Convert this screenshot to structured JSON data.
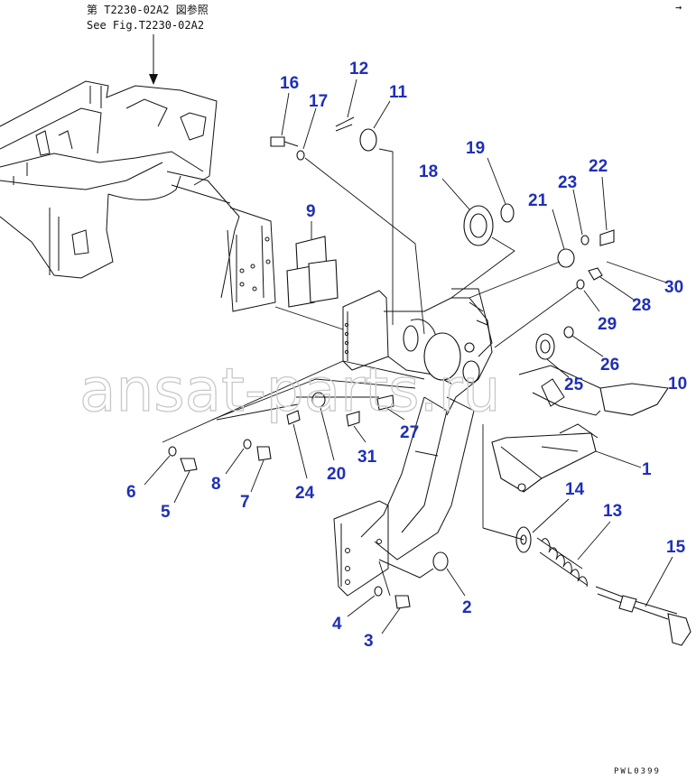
{
  "reference": {
    "line1": "第 T2230-02A2 図参照",
    "line2": "See Fig.T2230-02A2"
  },
  "figure_code": "PWL0399",
  "watermark": "ansat-parts.ru",
  "colors": {
    "callout": "#1f2fb8",
    "line": "#111111",
    "watermark": "#c8c8c8"
  },
  "callouts": [
    "1",
    "2",
    "3",
    "4",
    "5",
    "6",
    "7",
    "8",
    "9",
    "10",
    "11",
    "12",
    "13",
    "14",
    "15",
    "16",
    "17",
    "18",
    "19",
    "20",
    "21",
    "22",
    "23",
    "24",
    "25",
    "26",
    "27",
    "28",
    "29",
    "30",
    "31"
  ]
}
